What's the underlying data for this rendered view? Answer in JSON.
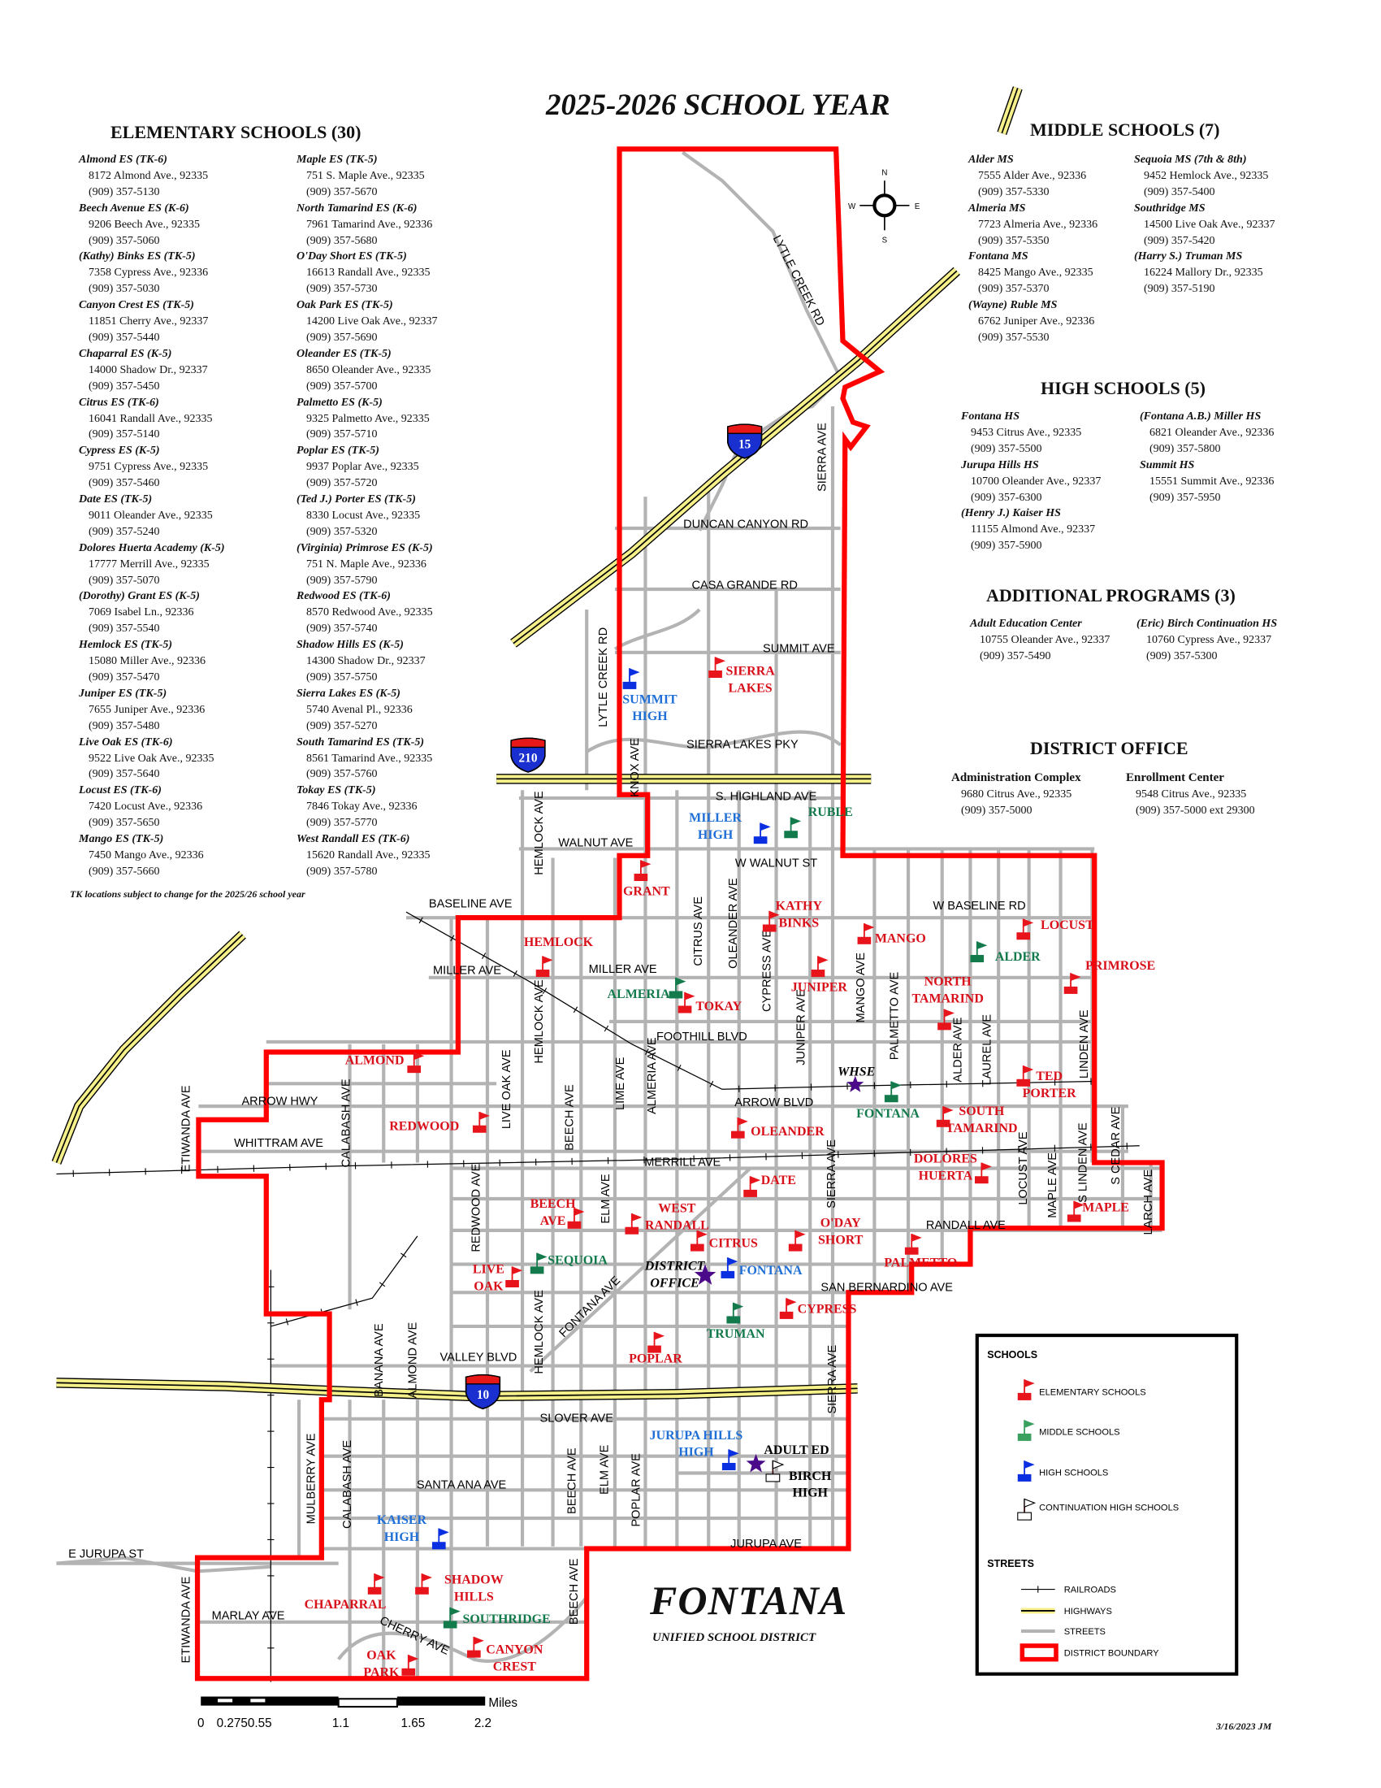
{
  "title": "2025-2026 SCHOOL YEAR",
  "elementary": {
    "heading": "ELEMENTARY SCHOOLS (30)",
    "columns": [
      [
        {
          "name": "Almond ES (TK-6)",
          "address": "8172 Almond Ave., 92335",
          "phone": "(909) 357-5130"
        },
        {
          "name": "Beech Avenue ES (K-6)",
          "address": "9206 Beech Ave., 92335",
          "phone": "(909) 357-5060"
        },
        {
          "name": "(Kathy) Binks ES (TK-5)",
          "address": "7358 Cypress Ave., 92336",
          "phone": "(909) 357-5030"
        },
        {
          "name": "Canyon Crest ES (TK-5)",
          "address": "11851 Cherry Ave., 92337",
          "phone": "(909) 357-5440"
        },
        {
          "name": "Chaparral ES (K-5)",
          "address": "14000 Shadow Dr., 92337",
          "phone": "(909) 357-5450"
        },
        {
          "name": "Citrus ES (TK-6)",
          "address": "16041 Randall Ave., 92335",
          "phone": "(909) 357-5140"
        },
        {
          "name": "Cypress ES (K-5)",
          "address": "9751 Cypress Ave., 92335",
          "phone": "(909) 357-5460"
        },
        {
          "name": "Date ES (TK-5)",
          "address": "9011 Oleander Ave., 92335",
          "phone": "(909) 357-5240"
        },
        {
          "name": "Dolores Huerta Academy (K-5)",
          "address": "17777 Merrill Ave., 92335",
          "phone": "(909) 357-5070"
        },
        {
          "name": "(Dorothy) Grant ES (K-5)",
          "address": "7069 Isabel Ln., 92336",
          "phone": "(909) 357-5540"
        },
        {
          "name": "Hemlock ES (TK-5)",
          "address": "15080 Miller Ave., 92336",
          "phone": "(909) 357-5470"
        },
        {
          "name": "Juniper ES (TK-5)",
          "address": "7655 Juniper Ave., 92336",
          "phone": "(909) 357-5480"
        },
        {
          "name": "Live Oak ES (TK-6)",
          "address": "9522 Live Oak Ave., 92335",
          "phone": "(909) 357-5640"
        },
        {
          "name": "Locust ES (TK-6)",
          "address": "7420 Locust Ave., 92336",
          "phone": "(909) 357-5650"
        },
        {
          "name": "Mango ES (TK-5)",
          "address": "7450 Mango Ave., 92336",
          "phone": "(909) 357-5660"
        }
      ],
      [
        {
          "name": "Maple ES (TK-5)",
          "address": "751 S. Maple Ave., 92335",
          "phone": "(909) 357-5670"
        },
        {
          "name": "North Tamarind ES (K-6)",
          "address": "7961 Tamarind Ave., 92336",
          "phone": "(909) 357-5680"
        },
        {
          "name": "O'Day Short ES (TK-5)",
          "address": "16613 Randall Ave., 92335",
          "phone": "(909) 357-5730"
        },
        {
          "name": "Oak Park ES (TK-5)",
          "address": "14200 Live Oak Ave., 92337",
          "phone": "(909) 357-5690"
        },
        {
          "name": "Oleander ES (TK-5)",
          "address": "8650 Oleander Ave., 92335",
          "phone": "(909) 357-5700"
        },
        {
          "name": "Palmetto ES (K-5)",
          "address": "9325 Palmetto Ave., 92335",
          "phone": "(909) 357-5710"
        },
        {
          "name": "Poplar ES (TK-5)",
          "address": "9937 Poplar Ave., 92335",
          "phone": "(909) 357-5720"
        },
        {
          "name": "(Ted J.) Porter ES (TK-5)",
          "address": "8330 Locust Ave., 92335",
          "phone": "(909) 357-5320"
        },
        {
          "name": "(Virginia) Primrose ES (K-5)",
          "address": "751 N. Maple Ave., 92336",
          "phone": "(909) 357-5790"
        },
        {
          "name": "Redwood ES (TK-6)",
          "address": "8570 Redwood Ave., 92335",
          "phone": "(909) 357-5740"
        },
        {
          "name": "Shadow Hills ES (K-5)",
          "address": "14300 Shadow Dr., 92337",
          "phone": "(909) 357-5750"
        },
        {
          "name": "Sierra Lakes ES (K-5)",
          "address": "5740 Avenal Pl., 92336",
          "phone": "(909) 357-5270"
        },
        {
          "name": "South Tamarind ES (TK-5)",
          "address": "8561 Tamarind Ave., 92335",
          "phone": "(909) 357-5760"
        },
        {
          "name": "Tokay ES (TK-5)",
          "address": "7846 Tokay Ave., 92336",
          "phone": "(909) 357-5770"
        },
        {
          "name": "West Randall ES (TK-6)",
          "address": "15620 Randall Ave., 92335",
          "phone": "(909) 357-5780"
        }
      ]
    ],
    "note": "TK locations subject to change for the 2025/26 school year"
  },
  "middle": {
    "heading": "MIDDLE SCHOOLS (7)",
    "columns": [
      [
        {
          "name": "Alder MS",
          "address": "7555 Alder Ave., 92336",
          "phone": "(909) 357-5330"
        },
        {
          "name": "Almeria MS",
          "address": "7723 Almeria Ave., 92336",
          "phone": "(909) 357-5350"
        },
        {
          "name": "Fontana MS",
          "address": "8425 Mango Ave., 92335",
          "phone": "(909) 357-5370"
        },
        {
          "name": "(Wayne) Ruble MS",
          "address": "6762 Juniper Ave., 92336",
          "phone": "(909) 357-5530"
        }
      ],
      [
        {
          "name": "Sequoia MS (7th & 8th)",
          "address": "9452 Hemlock Ave., 92335",
          "phone": "(909) 357-5400"
        },
        {
          "name": "Southridge MS",
          "address": "14500 Live Oak Ave., 92337",
          "phone": "(909) 357-5420"
        },
        {
          "name": "(Harry S.) Truman MS",
          "address": "16224 Mallory Dr., 92335",
          "phone": "(909) 357-5190"
        }
      ]
    ]
  },
  "high": {
    "heading": "HIGH SCHOOLS (5)",
    "columns": [
      [
        {
          "name": "Fontana HS",
          "address": "9453 Citrus Ave., 92335",
          "phone": "(909) 357-5500"
        },
        {
          "name": "Jurupa Hills HS",
          "address": "10700 Oleander Ave., 92337",
          "phone": "(909) 357-6300"
        },
        {
          "name": "(Henry J.) Kaiser HS",
          "address": "11155 Almond Ave., 92337",
          "phone": "(909) 357-5900"
        }
      ],
      [
        {
          "name": "(Fontana A.B.) Miller HS",
          "address": "6821 Oleander Ave., 92336",
          "phone": "(909) 357-5800"
        },
        {
          "name": "Summit HS",
          "address": "15551 Summit Ave., 92336",
          "phone": "(909) 357-5950"
        }
      ]
    ]
  },
  "additional": {
    "heading": "ADDITIONAL PROGRAMS (3)",
    "columns": [
      [
        {
          "name": "Adult Education Center",
          "address": "10755 Oleander Ave., 92337",
          "phone": "(909) 357-5490"
        }
      ],
      [
        {
          "name": "(Eric) Birch Continuation HS",
          "address": "10760 Cypress Ave., 92337",
          "phone": "(909) 357-5300"
        }
      ]
    ]
  },
  "district": {
    "heading": "DISTRICT OFFICE",
    "columns": [
      [
        {
          "name": "Administration Complex",
          "address": "9680 Citrus Ave., 92335",
          "phone": "(909) 357-5000"
        }
      ],
      [
        {
          "name": "Enrollment Center",
          "address": "9548 Citrus Ave., 92335",
          "phone": "(909) 357-5000 ext 29300"
        }
      ]
    ]
  },
  "logo": {
    "name": "FONTANA",
    "subtitle": "UNIFIED SCHOOL DISTRICT"
  },
  "footer_date": "3/16/2023 JM",
  "colors": {
    "elementary": "#e8141c",
    "middle": "#137a4c",
    "high": "#0a2fe0",
    "high_label": "#1f6fd6",
    "boundary": "#ff0000",
    "street": "#b3b3b3",
    "highway": "#f5f08a",
    "star": "#4b0a8a"
  },
  "map": {
    "compass": {
      "n": "N",
      "e": "E",
      "s": "S",
      "w": "W"
    },
    "shields": [
      "15",
      "210",
      "10"
    ],
    "street_labels": [
      "LYTLE CREEK RD",
      "SIERRA AVE",
      "DUNCAN CANYON RD",
      "CASA GRANDE RD",
      "SUMMIT AVE",
      "LYTLE CREEK RD",
      "SIERRA LAKES PKY",
      "KNOX AVE",
      "S. HIGHLAND AVE",
      "HEMLOCK AVE",
      "WALNUT AVE",
      "W WALNUT ST",
      "BASELINE AVE",
      "W BASELINE RD",
      "CITRUS AVE",
      "OLEANDER AVE",
      "CYPRESS AVE",
      "MILLER AVE",
      "MILLER AVE",
      "HEMLOCK AVE",
      "FOOTHILL BLVD",
      "JUNIPER AVE",
      "MANGO AVE",
      "PALMETTO AVE",
      "ALDER AVE",
      "LAUREL AVE",
      "LINDEN AVE",
      "ETIWANDA AVE",
      "ARROW HWY",
      "CALABASH AVE",
      "LIVE OAK AVE",
      "BEECH AVE",
      "LIME AVE",
      "ALMERIA AVE",
      "ARROW BLVD",
      "WHITTRAM AVE",
      "MERRILL AVE",
      "REDWOOD AVE",
      "ELM AVE",
      "SIERRA AVE",
      "LOCUST AVE",
      "MAPLE AVE",
      "S LINDEN AVE",
      "S CEDAR AVE",
      "LARCH AVE",
      "RANDALL AVE",
      "SAN BERNARDINO AVE",
      "FONTANA AVE",
      "HEMLOCK AVE",
      "BANANA AVE",
      "ALMOND AVE",
      "VALLEY BLVD",
      "SIERRA AVE",
      "SLOVER AVE",
      "MULBERRY AVE",
      "CALABASH AVE",
      "SANTA ANA AVE",
      "BEECH AVE",
      "ELM AVE",
      "POPLAR AVE",
      "JURUPA AVE",
      "E JURUPA ST",
      "ETIWANDA AVE",
      "MARLAY AVE",
      "CHERRY AVE",
      "BEECH AVE"
    ],
    "elementary": [
      [
        "SIERRA",
        "LAKES"
      ],
      [
        "GRANT"
      ],
      [
        "KATHY",
        "BINKS"
      ],
      [
        "HEMLOCK"
      ],
      [
        "MANGO"
      ],
      [
        "LOCUST"
      ],
      [
        "PRIMROSE"
      ],
      [
        "JUNIPER"
      ],
      [
        "NORTH",
        "TAMARIND"
      ],
      [
        "TOKAY"
      ],
      [
        "ALMOND"
      ],
      [
        "TED",
        "PORTER"
      ],
      [
        "REDWOOD"
      ],
      [
        "OLEANDER"
      ],
      [
        "SOUTH",
        "TAMARIND"
      ],
      [
        "DOLORES",
        "HUERTA"
      ],
      [
        "DATE"
      ],
      [
        "BEECH",
        "AVE"
      ],
      [
        "WEST",
        "RANDALL"
      ],
      [
        "CITRUS"
      ],
      [
        "O'DAY",
        "SHORT"
      ],
      [
        "PALMETTO"
      ],
      [
        "MAPLE"
      ],
      [
        "LIVE",
        "OAK"
      ],
      [
        "CYPRESS"
      ],
      [
        "POPLAR"
      ],
      [
        "SHADOW",
        "HILLS"
      ],
      [
        "CHAPARRAL"
      ],
      [
        "CANYON",
        "CREST"
      ],
      [
        "OAK",
        "PARK"
      ]
    ],
    "middle": [
      [
        "RUBLE"
      ],
      [
        "ALDER"
      ],
      [
        "ALMERIA"
      ],
      [
        "FONTANA"
      ],
      [
        "SEQUOIA"
      ],
      [
        "TRUMAN"
      ],
      [
        "SOUTHRIDGE"
      ]
    ],
    "high": [
      [
        "SUMMIT",
        "HIGH"
      ],
      [
        "MILLER",
        "HIGH"
      ],
      [
        "FONTANA"
      ],
      [
        "JURUPA HILLS",
        "HIGH"
      ],
      [
        "KAISER",
        "HIGH"
      ]
    ],
    "continuation": [
      [
        "BIRCH",
        "HIGH"
      ]
    ],
    "stars": [
      [
        "WHSE"
      ],
      [
        "DISTRICT",
        "OFFICE"
      ],
      [
        "ADULT ED"
      ]
    ]
  },
  "legend": {
    "schools_heading": "SCHOOLS",
    "elementary": "ELEMENTARY SCHOOLS",
    "middle": "MIDDLE SCHOOLS",
    "high": "HIGH SCHOOLS",
    "continuation": "CONTINUATION HIGH SCHOOLS",
    "streets_heading": "STREETS",
    "railroads": "RAILROADS",
    "highways": "HIGHWAYS",
    "streets": "STREETS",
    "boundary": "DISTRICT BOUNDARY"
  },
  "scale": {
    "unit": "Miles",
    "ticks": [
      "0",
      "0.2750.55",
      "1.1",
      "1.65",
      "2.2"
    ]
  }
}
